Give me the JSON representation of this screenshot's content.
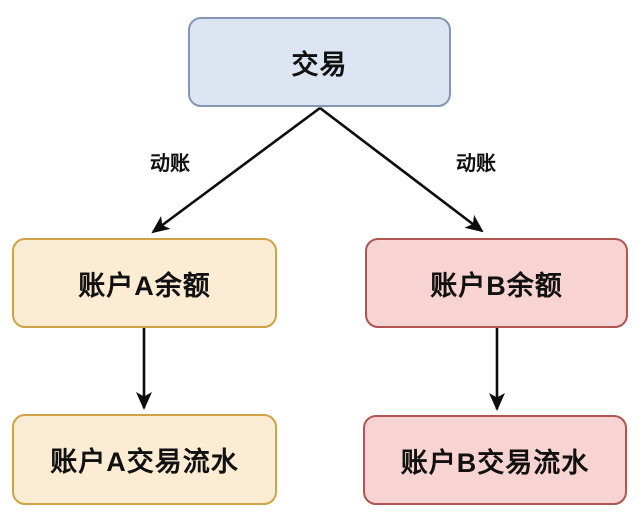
{
  "diagram": {
    "title": "transaction-account-flow",
    "nodes": {
      "transaction": {
        "label": "交易",
        "fill": "#dde5f3",
        "border": "#8595b5"
      },
      "account_a_balance": {
        "label": "账户A余额",
        "fill": "#fcecd4",
        "border": "#cda345"
      },
      "account_b_balance": {
        "label": "账户B余额",
        "fill": "#f7d3d1",
        "border": "#b05551"
      },
      "account_a_statement": {
        "label": "账户A交易流水",
        "fill": "#fcecd4",
        "border": "#cda345"
      },
      "account_b_statement": {
        "label": "账户B交易流水",
        "fill": "#f7d3d1",
        "border": "#b05551"
      }
    },
    "edges": {
      "transaction_to_a": {
        "label": "动账"
      },
      "transaction_to_b": {
        "label": "动账"
      },
      "a_balance_to_a_statement": {
        "label": ""
      },
      "b_balance_to_b_statement": {
        "label": ""
      }
    },
    "colors": {
      "background": "#ffffff",
      "line": "#0d0d0d",
      "text": "#111111"
    }
  }
}
